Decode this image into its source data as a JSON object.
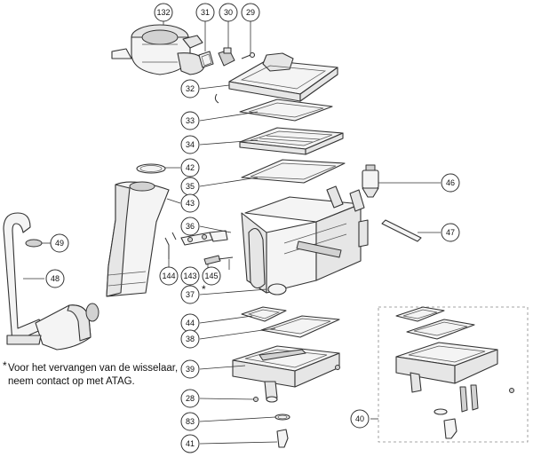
{
  "note": {
    "marker": "*",
    "line1": "Voor het vervangen van de wisselaar,",
    "line2": "neem contact op met ATAG."
  },
  "parts": {
    "p132": "132",
    "p31": "31",
    "p30": "30",
    "p29": "29",
    "p32": "32",
    "p33": "33",
    "p34": "34",
    "p42": "42",
    "p35": "35",
    "p43": "43",
    "p46": "46",
    "p36": "36",
    "p47": "47",
    "p49": "49",
    "p48": "48",
    "p144": "144",
    "p143": "143",
    "p145": "145",
    "p37": "37",
    "p44": "44",
    "p38": "38",
    "p39": "39",
    "p28": "28",
    "p83": "83",
    "p41": "41",
    "p40": "40"
  },
  "asterisk": "*"
}
